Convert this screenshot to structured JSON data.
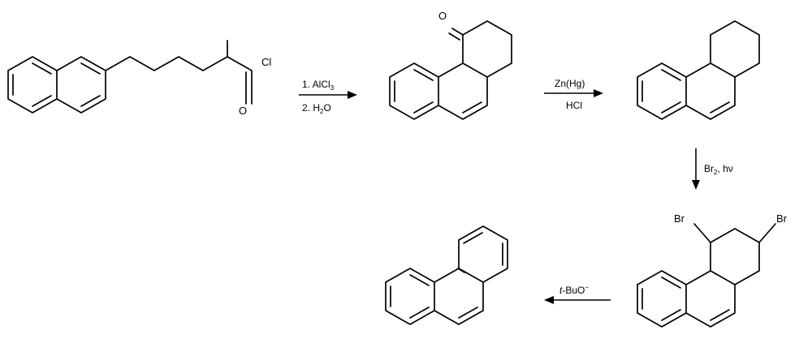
{
  "reaction_scheme": {
    "step1": {
      "line1": "1. AlCl",
      "sub1": "3",
      "line2": "2. H",
      "sub2": "2",
      "tail2": "O"
    },
    "step2": {
      "line1": "Zn(Hg)",
      "line2": "HCl"
    },
    "step3": {
      "reagent": "Br",
      "sub": "2",
      "tail": ", hν"
    },
    "step4": {
      "italic": "t",
      "rest": "-BuO",
      "sup": "−"
    },
    "atoms": {
      "chlorine": "Cl",
      "carbonyl_oxygen_acid_chloride": "O",
      "ketone_oxygen": "O",
      "bromine_1": "Br",
      "bromine_2": "Br"
    }
  }
}
